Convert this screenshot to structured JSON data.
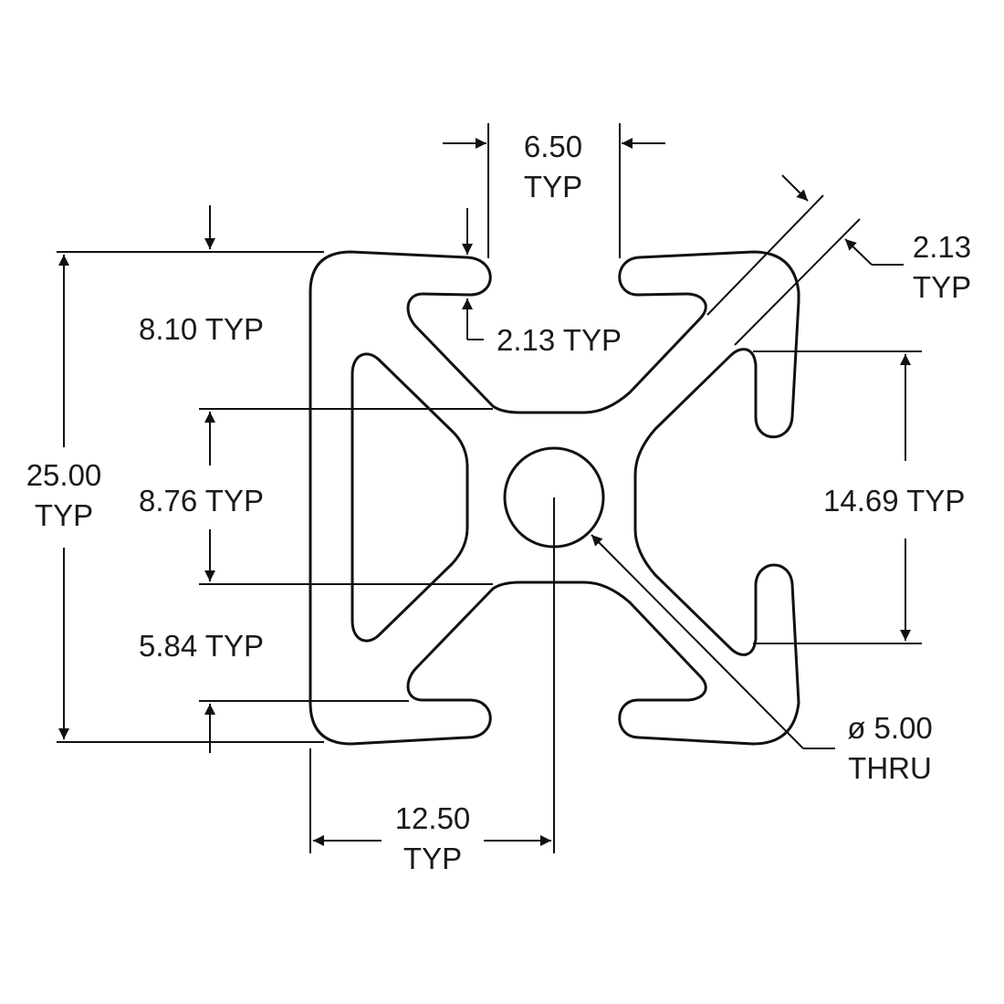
{
  "drawing": {
    "line_color": "#111111",
    "background": "#ffffff"
  },
  "dimensions": {
    "slot_width": {
      "value": "6.50",
      "qualifier": "TYP"
    },
    "wall_top": {
      "text": "2.13 TYP"
    },
    "wall_diagonal": {
      "value": "2.13",
      "qualifier": "TYP"
    },
    "slot_depth": {
      "text": "8.10 TYP"
    },
    "overall_height": {
      "value": "25.00",
      "qualifier": "TYP"
    },
    "inner_span": {
      "text": "8.76 TYP"
    },
    "lip_depth": {
      "text": "5.84 TYP"
    },
    "slot_opening": {
      "text": "14.69 TYP"
    },
    "center_bore": {
      "value": "ø 5.00",
      "qualifier": "THRU"
    },
    "center_offset": {
      "value": "12.50",
      "qualifier": "TYP"
    }
  }
}
